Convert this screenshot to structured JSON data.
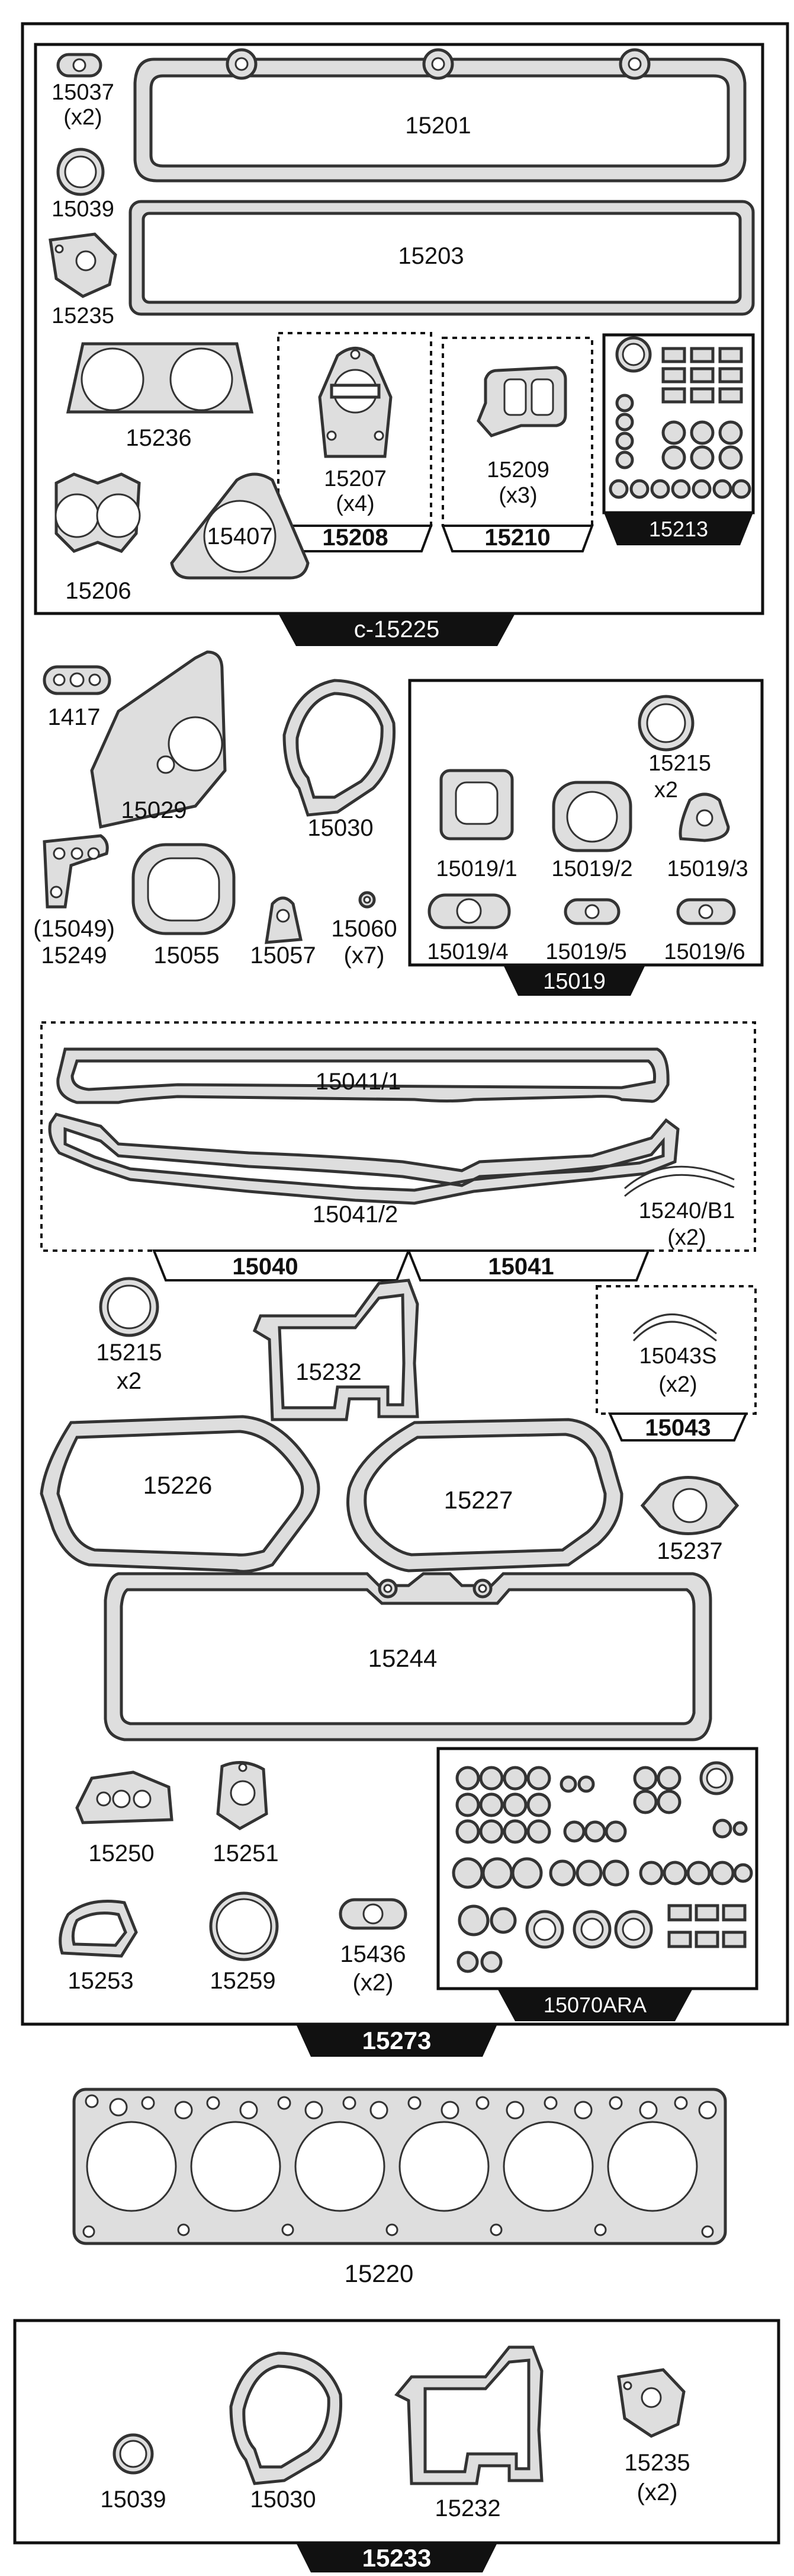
{
  "parts": {
    "p15037": "15037",
    "p15037_qty": "(x2)",
    "p15039": "15039",
    "p15235": "15235",
    "p15201": "15201",
    "p15203": "15203",
    "p15236": "15236",
    "p15207": "15207",
    "p15207_qty": "(x4)",
    "p15209": "15209",
    "p15209_qty": "(x3)",
    "p15206": "15206",
    "p15407": "15407",
    "p1417": "1417",
    "p15029": "15029",
    "p15030": "15030",
    "p15049": "(15049)",
    "p15249": "15249",
    "p15055": "15055",
    "p15057": "15057",
    "p15060": "15060",
    "p15060_qty": "(x7)",
    "p15215": "15215",
    "p15215_qty": "x2",
    "p15019_1": "15019/1",
    "p15019_2": "15019/2",
    "p15019_3": "15019/3",
    "p15019_4": "15019/4",
    "p15019_5": "15019/5",
    "p15019_6": "15019/6",
    "p15041_1": "15041/1",
    "p15041_2": "15041/2",
    "p15240": "15240/B1",
    "p15240_qty": "(x2)",
    "p15215b": "15215",
    "p15215b_qty": "x2",
    "p15232": "15232",
    "p15043s": "15043S",
    "p15043s_qty": "(x2)",
    "p15226": "15226",
    "p15227": "15227",
    "p15237": "15237",
    "p15244": "15244",
    "p15250": "15250",
    "p15251": "15251",
    "p15253": "15253",
    "p15259": "15259",
    "p15436": "15436",
    "p15436_qty": "(x2)",
    "p15220": "15220",
    "p15039b": "15039",
    "p15030b": "15030",
    "p15232b": "15232",
    "p15235b": "15235",
    "p15235b_qty": "(x2)"
  },
  "kits": {
    "k15208": "15208",
    "k15210": "15210",
    "k15213": "15213",
    "k15225": "c-15225",
    "k15019": "15019",
    "k15040": "15040",
    "k15041": "15041",
    "k15043": "15043",
    "k15070": "15070ARA",
    "k15273": "15273",
    "k15233": "15233"
  }
}
